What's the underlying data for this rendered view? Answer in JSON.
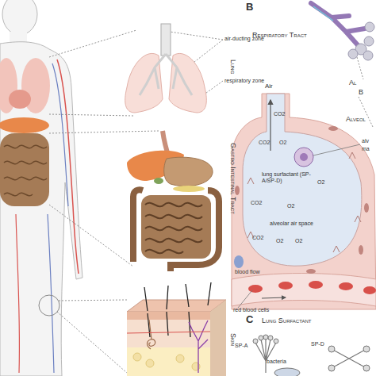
{
  "diagram": {
    "labels": [
      "air-ducting zone",
      "Lung",
      "respiratory zone",
      "Gastro Intestinal Tract",
      "Skin",
      "B",
      "Respiratory Tract",
      "Al",
      "B",
      "Alveol",
      "Air",
      "CO2",
      "CO2",
      "O2",
      "alv",
      "ma",
      "lung surfactant (SP-A/SP-D)",
      "O2",
      "alveolar air space",
      "CO2",
      "O2",
      "CO2",
      "O2",
      "O2",
      "blood flow",
      "red blood cells",
      "C",
      "Lung Surfactant",
      "SP-A",
      "bacteria",
      "SP-D"
    ]
  }
}
